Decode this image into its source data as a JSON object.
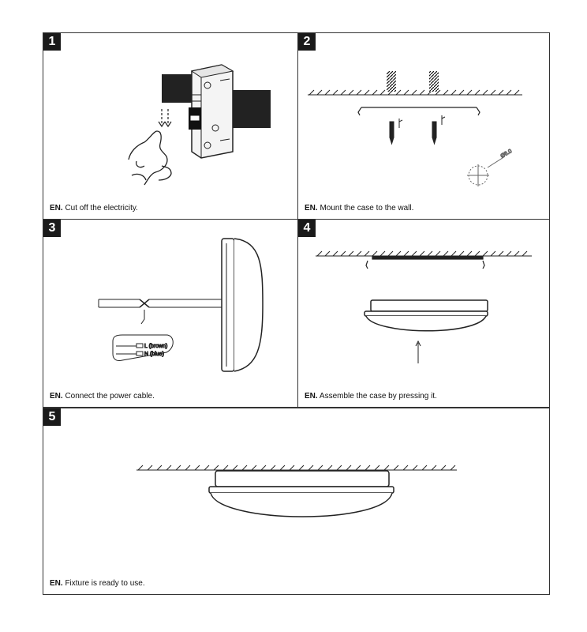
{
  "steps": [
    {
      "number": "1",
      "lang": "EN.",
      "text": "Cut off the electricity."
    },
    {
      "number": "2",
      "lang": "EN.",
      "text": "Mount the case to the wall."
    },
    {
      "number": "3",
      "lang": "EN.",
      "text": "Connect the power cable."
    },
    {
      "number": "4",
      "lang": "EN.",
      "text": "Assemble the case by pressing it."
    },
    {
      "number": "5",
      "lang": "EN.",
      "text": "Fixture is ready to use."
    }
  ],
  "labels": {
    "live": "L (brown)",
    "neutral": "N (blue)",
    "hole": "Ø6.0"
  },
  "icons": [
    "circuit-breaker-icon",
    "pointing-hand-icon",
    "screw-icon",
    "wall-plug-icon",
    "ceiling-light-icon"
  ]
}
